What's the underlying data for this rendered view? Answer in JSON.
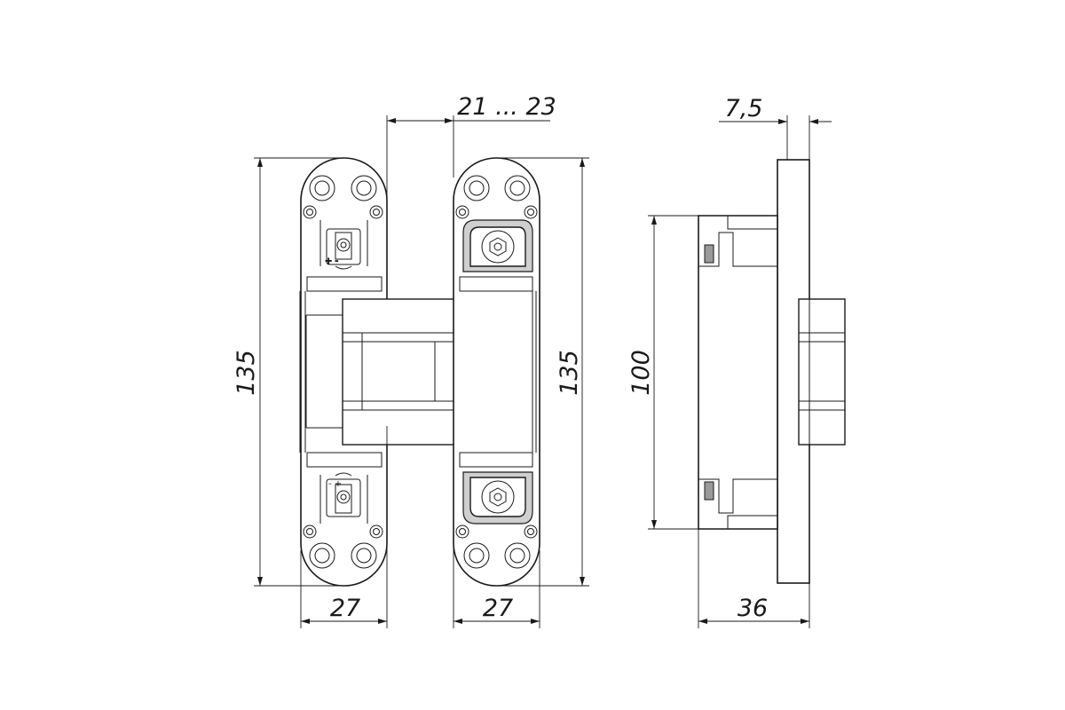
{
  "dimensions": {
    "height_left": "135",
    "height_right": "135",
    "width_left": "27",
    "width_right": "27",
    "gap": "21 ... 23",
    "plate_thickness": "7,5",
    "center_height": "100",
    "depth": "36"
  },
  "adjust_symbols": {
    "top": "+ -",
    "bottom": "- +"
  }
}
